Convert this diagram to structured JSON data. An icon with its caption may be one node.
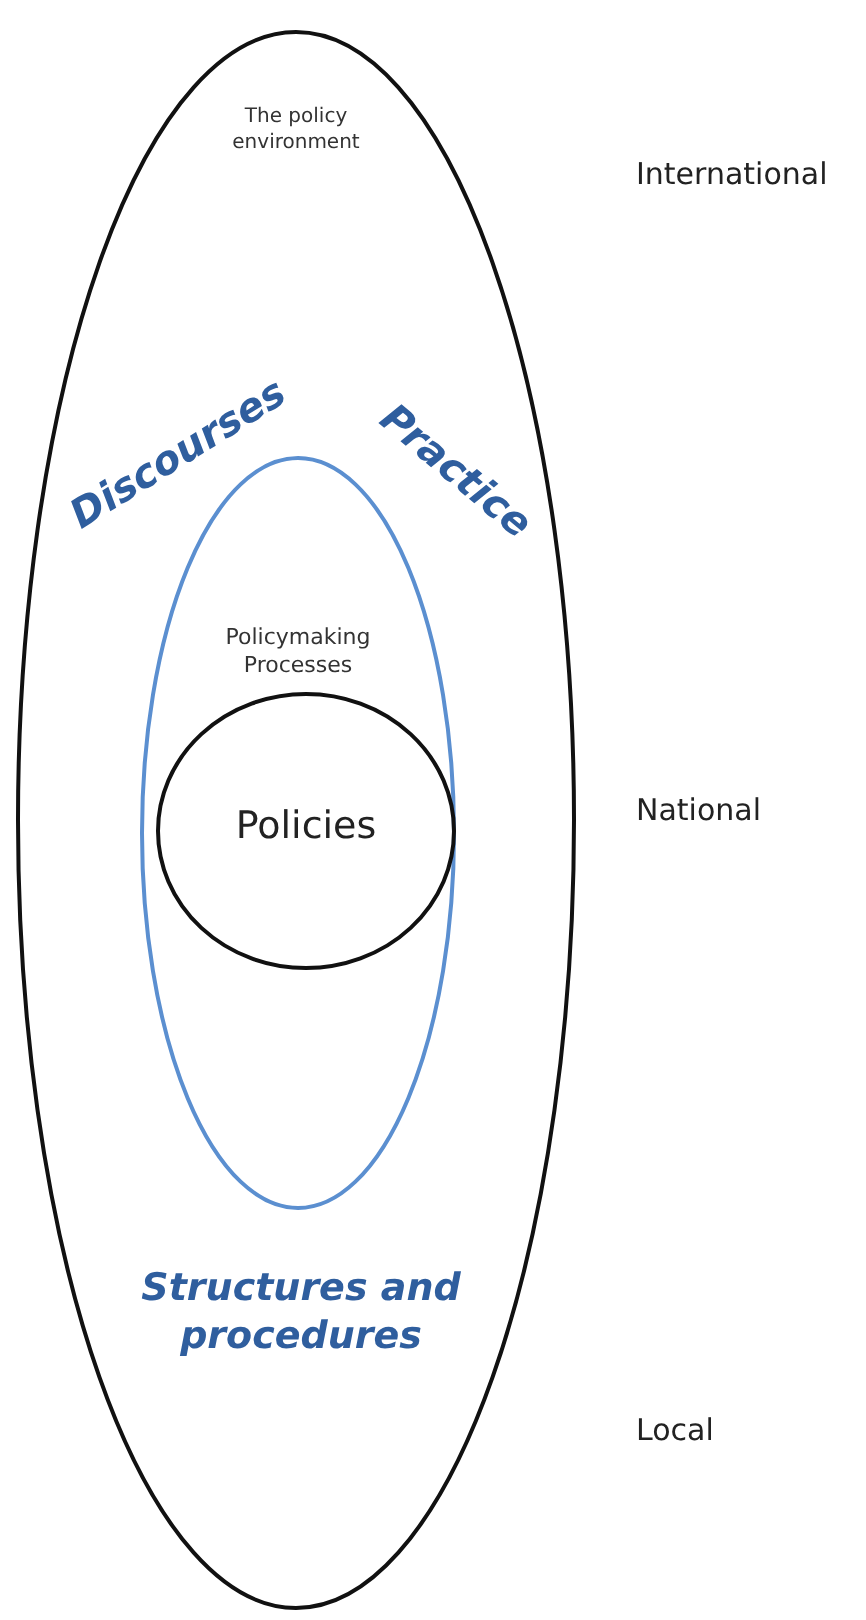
{
  "diagram": {
    "nodes": [
      {
        "text": [
          "The policy environment",
          "Discourses",
          "Practice",
          "Structures and procedures"
        ]
      },
      {
        "text": [
          "Policymaking Processes"
        ],
        "in": 0
      },
      {
        "text": [
          "Policies"
        ],
        "in": 1
      }
    ],
    "labels": [
      "International",
      "National",
      "Local"
    ]
  }
}
